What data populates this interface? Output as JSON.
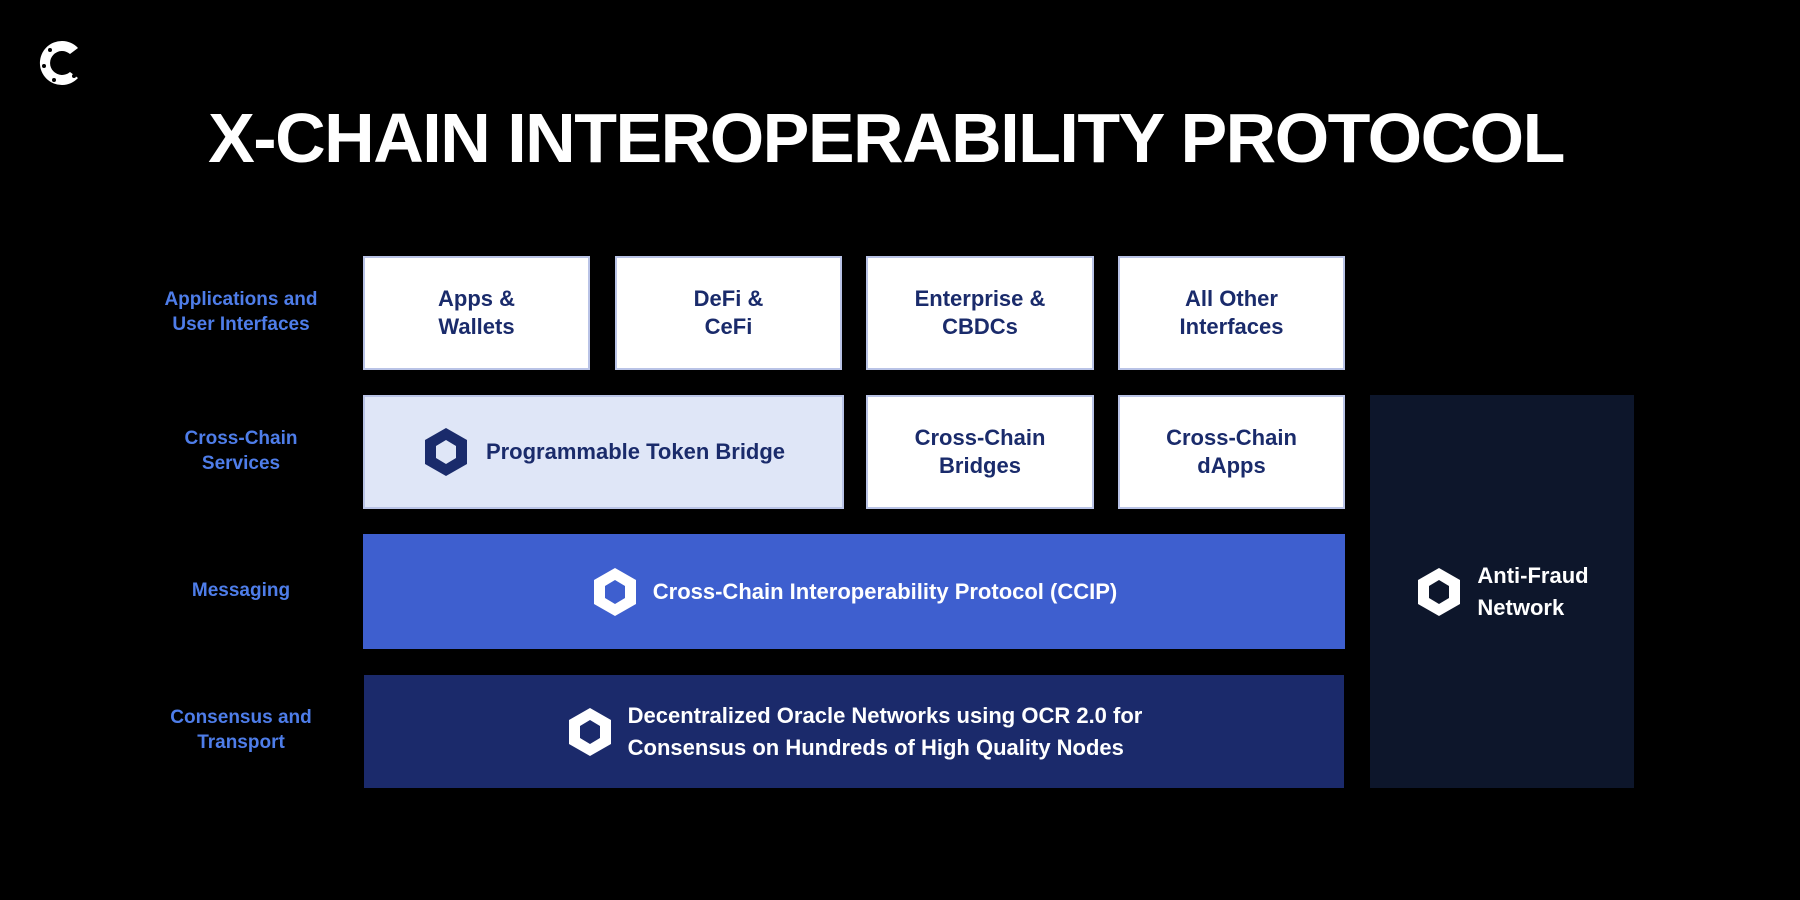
{
  "title": "X-CHAIN INTEROPERABILITY PROTOCOL",
  "logo": {
    "icon": "c-logo-icon",
    "color": "#ffffff"
  },
  "colors": {
    "background": "#000000",
    "row_label": "#4e7de9",
    "white_box": "#ffffff",
    "white_box_text": "#1a2b6b",
    "light_box": "#dfe6f7",
    "messaging_box": "#3e5fcf",
    "consensus_box": "#1b2a6b",
    "anti_fraud_box": "#0d162b"
  },
  "rows": [
    {
      "label": "Applications and\nUser Interfaces",
      "boxes": [
        {
          "label": "Apps &\nWallets"
        },
        {
          "label": "DeFi &\nCeFi"
        },
        {
          "label": "Enterprise &\nCBDCs"
        },
        {
          "label": "All Other\nInterfaces"
        }
      ]
    },
    {
      "label": "Cross-Chain\nServices",
      "boxes": [
        {
          "label": "Programmable Token Bridge",
          "icon": "hexagon-icon"
        },
        {
          "label": "Cross-Chain\nBridges"
        },
        {
          "label": "Cross-Chain\ndApps"
        }
      ]
    },
    {
      "label": "Messaging",
      "boxes": [
        {
          "label": "Cross-Chain Interoperability Protocol (CCIP)",
          "icon": "hexagon-icon"
        }
      ]
    },
    {
      "label": "Consensus and\nTransport",
      "boxes": [
        {
          "label": "Decentralized Oracle Networks using OCR 2.0 for\nConsensus on Hundreds of High Quality Nodes",
          "icon": "hexagon-icon"
        }
      ]
    }
  ],
  "side_panel": {
    "label": "Anti-Fraud\nNetwork",
    "icon": "hexagon-icon"
  }
}
